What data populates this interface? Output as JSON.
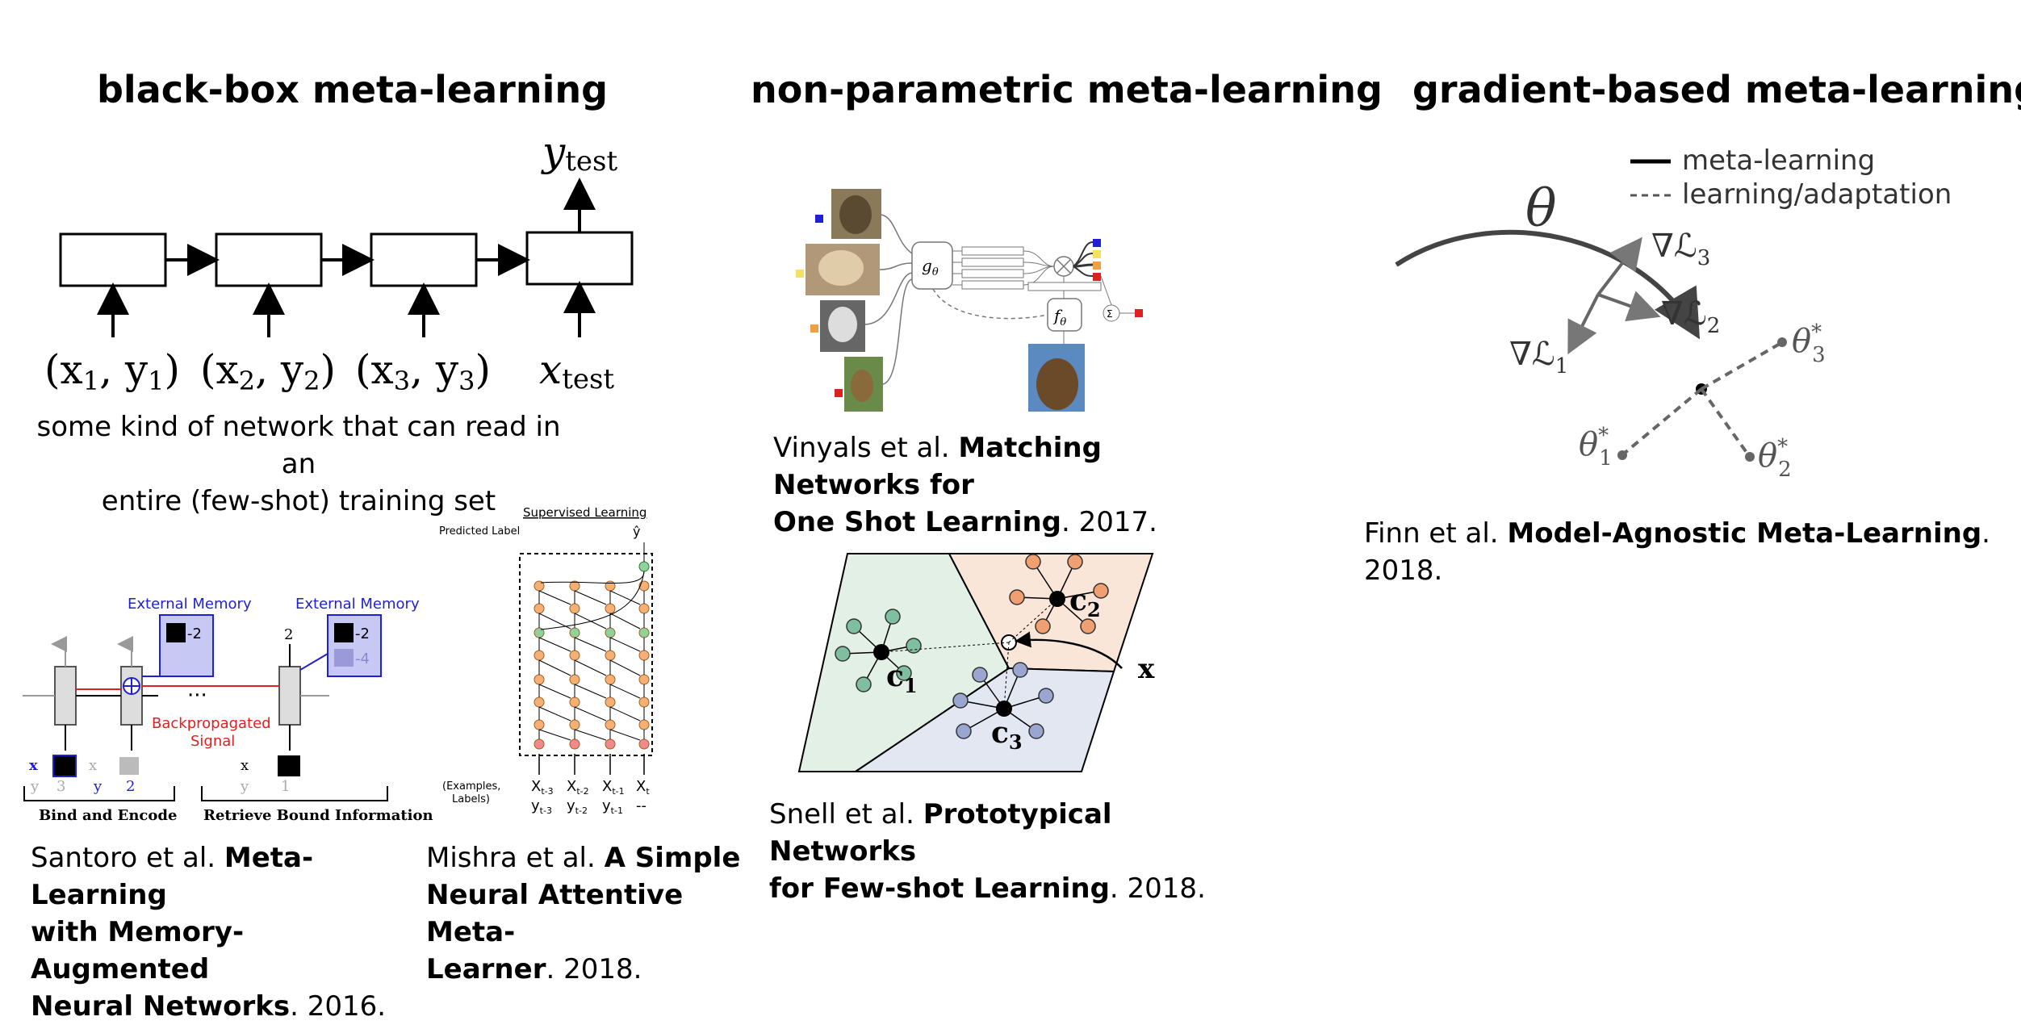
{
  "columns": {
    "blackbox": {
      "title": "black-box meta-learning",
      "y_test": "y",
      "y_test_sub": "test",
      "x_test": "x",
      "x_test_sub": "test",
      "inputs": [
        "(x",
        "1",
        ", y",
        "1",
        ")",
        "(x",
        "2",
        ", y",
        "2",
        ")",
        "(x",
        "3",
        ", y",
        "3",
        ")"
      ],
      "description_line1": "some kind of network that can read in an",
      "description_line2": "entire (few-shot) training set",
      "santoro": {
        "external_memory_1": "External Memory",
        "external_memory_2": "External Memory",
        "backprop_1": "Backpropagated",
        "backprop_2": "Signal",
        "bind": "Bind and Encode",
        "retrieve": "Retrieve Bound Information",
        "label_2": "2",
        "mem_val_1": "-2",
        "mem_val_2": "-2",
        "mem_val_3": "-4",
        "xt": "x",
        "yt": "y",
        "yt_val": "2",
        "yt1_val": "3",
        "ytn_val": "1",
        "dots": "···"
      },
      "mishra": {
        "supervised": "Supervised Learning",
        "predicted": "Predicted Label",
        "examples": "(Examples,",
        "labels": "Labels)",
        "xs": [
          "X",
          "X",
          "X",
          "X"
        ],
        "xsubs": [
          "t-3",
          "t-2",
          "t-1",
          "t"
        ],
        "ys": [
          "y",
          "y",
          "y",
          "--"
        ],
        "ysubs": [
          "t-3",
          "t-2",
          "t-1",
          ""
        ],
        "yhat": "ŷ"
      },
      "caption_santoro": {
        "authors": "Santoro et al.",
        "title_l1": "Meta-Learning",
        "title_l2": "with Memory-Augmented",
        "title_l3": "Neural Networks",
        "year": ". 2016."
      },
      "caption_mishra": {
        "authors": "Mishra et al.",
        "title_l1": "A Simple",
        "title_l2": "Neural Attentive Meta-",
        "title_l3": "Learner",
        "year": ". 2018."
      }
    },
    "nonparam": {
      "title": "non-parametric meta-learning",
      "g_label": "g",
      "f_label": "f",
      "theta": "θ",
      "caption_vinyals": {
        "authors": "Vinyals et al.",
        "title_l1": "Matching Networks for",
        "title_l2": "One Shot Learning",
        "year": ". 2017."
      },
      "proto": {
        "c1": "c",
        "c1_sub": "1",
        "c2": "c",
        "c2_sub": "2",
        "c3": "c",
        "c3_sub": "3",
        "x": "x"
      },
      "caption_snell": {
        "authors": "Snell et al.",
        "title_l1": "Prototypical Networks",
        "title_l2": "for Few-shot Learning",
        "year": ". 2018."
      }
    },
    "gradient": {
      "title": "gradient-based meta-learning",
      "legend_meta": "meta-learning",
      "legend_adapt": "learning/adaptation",
      "theta": "θ",
      "grad1": "∇ℒ",
      "grad1_sub": "1",
      "grad2": "∇ℒ",
      "grad2_sub": "2",
      "grad3": "∇ℒ",
      "grad3_sub": "3",
      "theta_star": "θ",
      "sub1": "1",
      "sub2": "2",
      "sub3": "3",
      "star": "*",
      "caption_finn": {
        "authors": "Finn et al.",
        "title": "Model-Agnostic Meta-Learning",
        "year": ". 2018."
      }
    }
  },
  "colors": {
    "blue": "#1f1fd6",
    "red": "#e02020",
    "memory_fill": "#c8c8f5",
    "green_cell": "#bfe8c7",
    "orange_node": "#f5b075",
    "green_node": "#8ed39b",
    "red_node": "#f08a8a",
    "region_green": "#e2f0e6",
    "region_orange": "#f9e6d8",
    "region_blue": "#e3e7f2",
    "green_proto": "#7fbf9f",
    "orange_proto": "#f0a070",
    "blue_proto": "#9aa6d0"
  }
}
